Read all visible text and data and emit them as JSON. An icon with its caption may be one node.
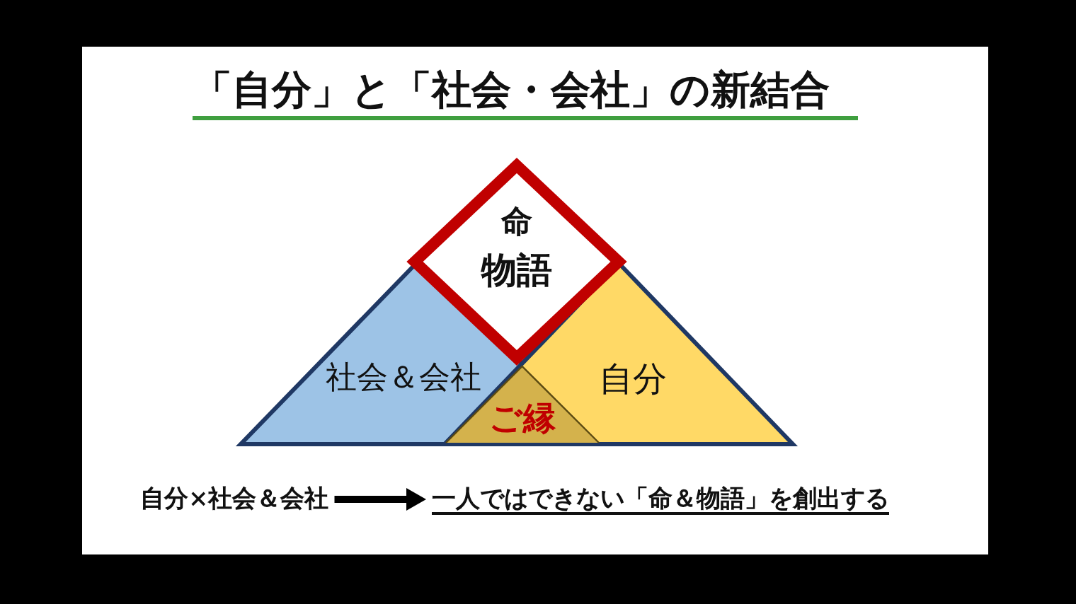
{
  "diagram": {
    "title": "「自分」と「社会・会社」の新結合",
    "nodes": [
      {
        "text": [
          "命",
          "物語"
        ]
      },
      {
        "text": [
          "社会＆会社"
        ]
      },
      {
        "text": [
          "自分"
        ]
      },
      {
        "text": [
          "ご縁"
        ]
      },
      {
        "text": [
          "自分×社会＆会社"
        ]
      },
      {
        "text": [
          "一人ではできない「命＆物語」を創出する"
        ]
      }
    ],
    "edges": [
      {
        "from": 4,
        "to": 5,
        "arrow": "to"
      }
    ]
  }
}
